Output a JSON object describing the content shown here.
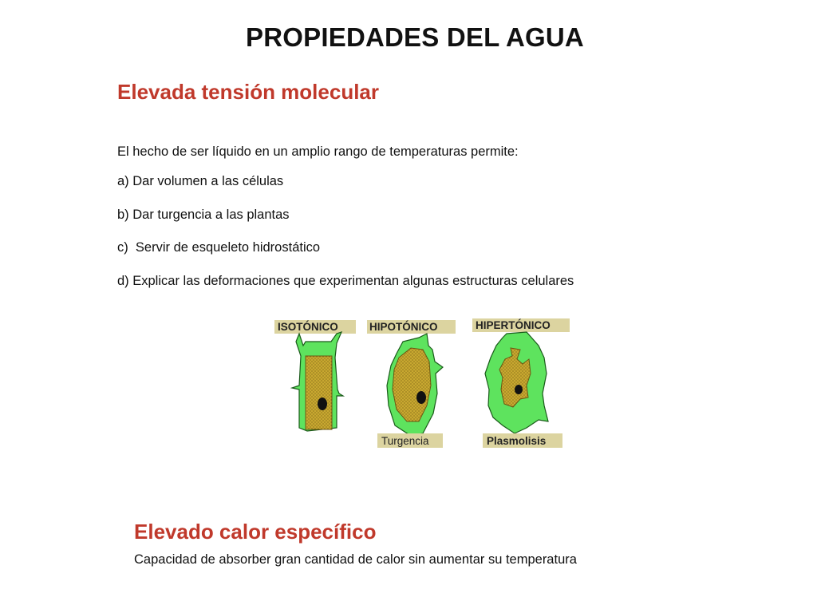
{
  "title": "PROPIEDADES DEL AGUA",
  "section1": {
    "heading": "Elevada tensión molecular",
    "intro": "El hecho de ser líquido en un amplio rango de temperaturas permite:",
    "items": [
      "a) Dar volumen a las células",
      "b) Dar turgencia a las plantas",
      "c)  Servir de esqueleto hidrostático",
      "d) Explicar las deformaciones que experimentan algunas estructuras celulares"
    ]
  },
  "figure": {
    "labels": [
      "ISOTÓNICO",
      "HIPOTÓNICO",
      "HIPERTÓNICO"
    ],
    "captions": [
      "Turgencia",
      "Plasmolisis"
    ],
    "colors": {
      "wall": "#5ee35e",
      "cytoplasm": "#c8a830",
      "nucleus": "#111111",
      "label_bg": "#dcd4a0"
    }
  },
  "section2": {
    "heading": "Elevado calor específico",
    "description": "Capacidad de absorber gran cantidad de calor sin aumentar su temperatura"
  }
}
